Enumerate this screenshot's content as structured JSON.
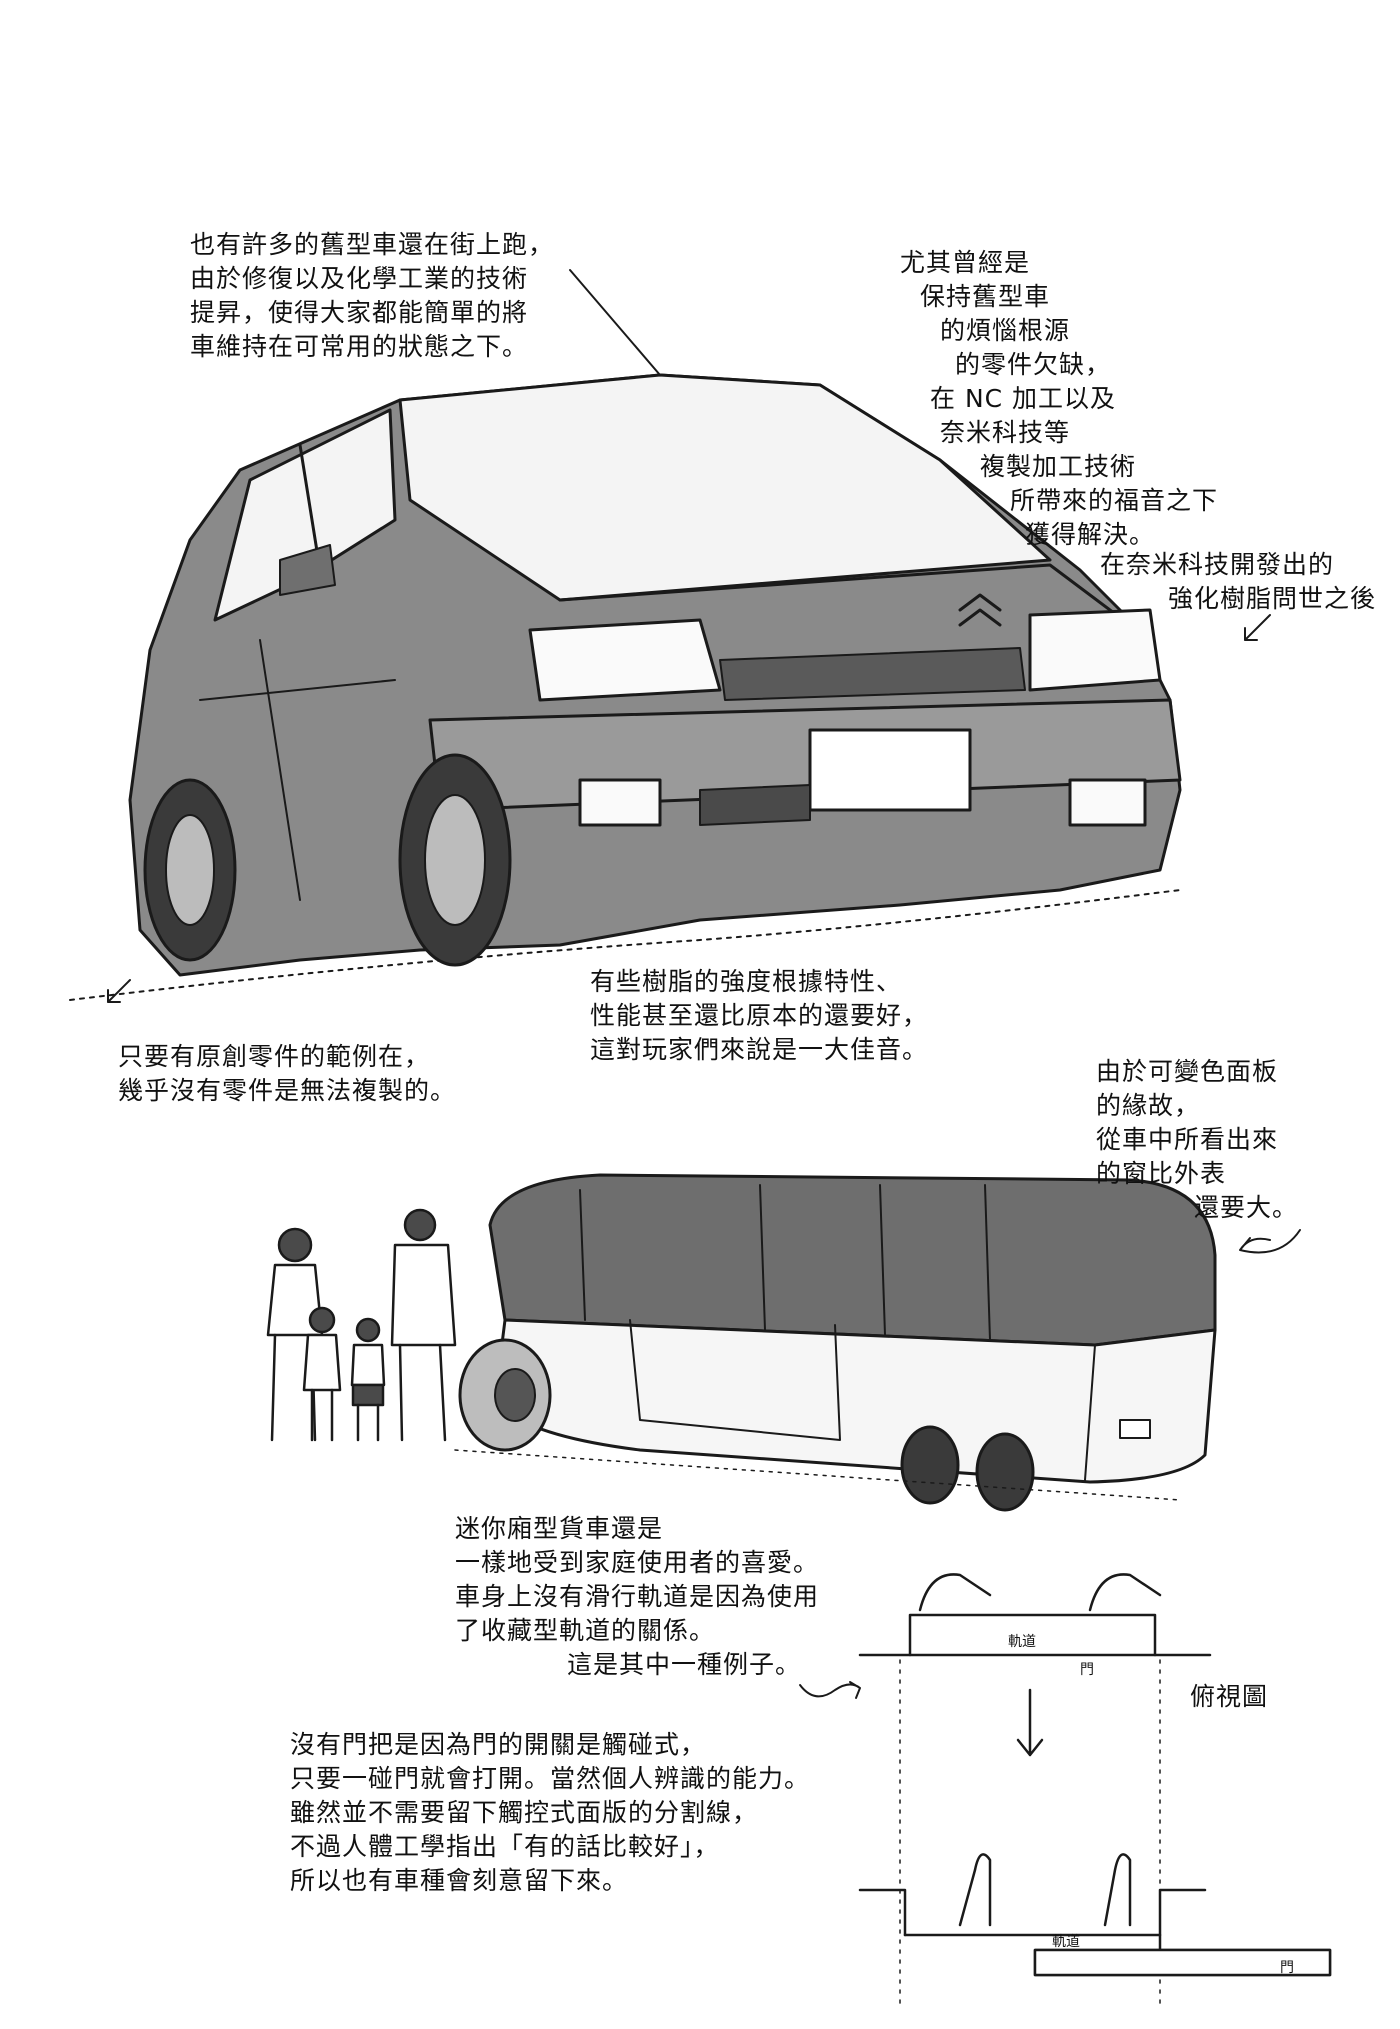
{
  "captions": {
    "old_cars": [
      "也有許多的舊型車還在街上跑，",
      "由於修復以及化學工業的技術",
      "提昇，使得大家都能簡單的將",
      "車維持在可常用的狀態之下。"
    ],
    "parts_1": [
      "尤其曾經是",
      "保持舊型車",
      "的煩惱根源",
      "的零件欠缺，",
      "在 NC 加工以及",
      "奈米科技等",
      "複製加工技術",
      "所帶來的福音之下",
      "獲得解決。"
    ],
    "resin": [
      "在奈米科技開發出的",
      "強化樹脂問世之後"
    ],
    "resin_strength": [
      "有些樹脂的強度根據特性、",
      "性能甚至還比原本的還要好，",
      "這對玩家們來說是一大佳音。"
    ],
    "originals": [
      "只要有原創零件的範例在，",
      "幾乎沒有零件是無法複製的。"
    ],
    "color_panel": [
      "由於可變色面板",
      "的緣故，",
      "從車中所看出來",
      "的窗比外表",
      "還要大。"
    ],
    "minivan": [
      "迷你廂型貨車還是",
      "一樣地受到家庭使用者的喜愛。",
      "車身上沒有滑行軌道是因為使用",
      "了收藏型軌道的關係。",
      "這是其中一種例子。"
    ],
    "handles": [
      "沒有門把是因為門的開關是觸碰式，",
      "只要一碰門就會打開。當然個人辨識的能力。",
      "雖然並不需要留下觸控式面版的分割線，",
      "不過人體工學指出「有的話比較好」，",
      "所以也有車種會刻意留下來。"
    ]
  },
  "diagram": {
    "top_view_label": "俯視圖",
    "rail_label": "軌道",
    "door_label": "門"
  },
  "icons": [
    "hatchback-car-illustration",
    "future-minivan-illustration",
    "family-illustration",
    "sliding-door-diagram",
    "down-arrow-icon",
    "pointer-arrow-icon"
  ]
}
